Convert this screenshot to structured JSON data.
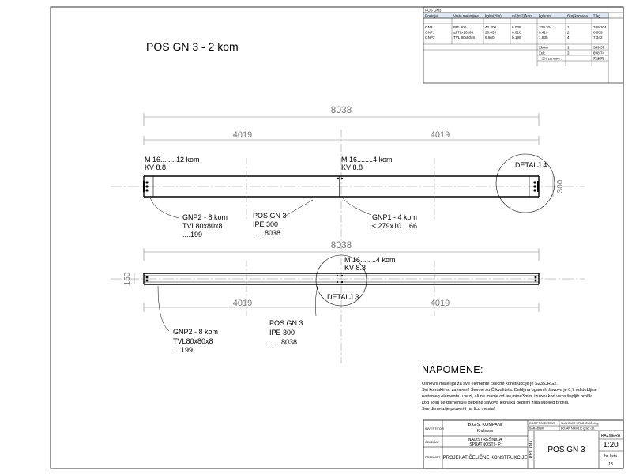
{
  "title": "POS GN 3 - 2 kom",
  "spec_table": {
    "caption": "POS GN3",
    "headers": [
      "Pozicija",
      "Vrsta materijala",
      "kg/m(2/m)",
      "m² (m2)/kom",
      "kg/kom",
      "Broj komada",
      "Σ kg"
    ],
    "rows": [
      [
        "GN3",
        "IPE 300",
        "42.200",
        "8.038",
        "339.204",
        "1",
        "339.204"
      ],
      [
        "GNP1",
        "≤279x10x66",
        "20.639",
        "0.018",
        "0.419",
        "2",
        "0.839"
      ],
      [
        "GNP2",
        "TVL 80x80x8",
        "9.660",
        "0.199",
        "1.835",
        "4",
        "7.342"
      ]
    ],
    "sums": [
      {
        "label": "Σkom",
        "count": "1",
        "value": "349.37"
      },
      {
        "label": "Σuk",
        "count": "2",
        "value": "698.74"
      },
      {
        "label": "+ 3% za vare",
        "count": "",
        "value": "719.70"
      }
    ]
  },
  "top_view": {
    "dim_total": "8038",
    "dim_left": "4019",
    "dim_right": "4019",
    "dim_height": "300",
    "bolt_left": "M 16........12 kom",
    "bolt_left_grade": "KV 8.8",
    "bolt_mid": "M 16........4 kom",
    "bolt_mid_grade": "KV 8.8",
    "detail_label": "DETALJ 4",
    "gnp2_label": "GNP2 - 8 kom",
    "gnp2_profile": "TVL80x80x8",
    "gnp2_length": "....199",
    "pos_label": "POS GN 3",
    "pos_profile": "IPE 300",
    "pos_length": "......8038",
    "gnp1_label": "GNP1 - 4 kom",
    "gnp1_plate": "≤ 279x10....66"
  },
  "bottom_view": {
    "dim_total": "8038",
    "dim_left": "4019",
    "dim_right": "4019",
    "dim_height": "150",
    "bolt_label": "M 16........4 kom",
    "bolt_grade": "KV 8.8",
    "detail_label": "DETALJ 3",
    "gnp2_label": "GNP2 - 8 kom",
    "gnp2_profile": "TVL80x80x8",
    "gnp2_length": "....199",
    "pos_label": "POS GN 3",
    "pos_profile": "IPE 300",
    "pos_length": "......8038"
  },
  "notes": {
    "title": "NAPOMENE:",
    "lines": [
      "Osnovni materijal za sve elemente čelične konstrukcije je S235JRG2.",
      "Svi kontakti su zavareni! Šavovi su Ć kvaliteta. Debljina ugaonih šavova je 0,7 od debljine",
      "najtanjeg elementa u vezi, ali ne manje od aw,min=3mm, izuzev kod veza šupljih profila",
      "kod kojih se primenjuje debljina šavova jednaka debljini zida šupljeg profila.",
      "Sve dimenzije proveriti na licu mesta!"
    ]
  },
  "title_block": {
    "investor_label": "INVESTITOR",
    "investor_value": "\"B.G.S. KOMPANI\"",
    "investor_city": "Kruševac",
    "object_label": "OBJEKAT",
    "object_value": "NADSTREŠNICA",
    "object_value2": "SPRATNOSTI - P",
    "project_label": "PREDMET",
    "project_value": "PROJEKAT ČELIČNE KONSTRUKCIJE",
    "chief_label": "ODG.PROJEKTANT",
    "chief_name": "SLAVOMIR STOJKOVIĆ d.i.g.",
    "assoc_label": "SARADNIK",
    "assoc_name": "BOJAN NIKOLIĆ grad. ost.",
    "prilog_label": "PRILOG",
    "drawing_title": "POS GN 3",
    "scale_label": "RAZMERA",
    "scale_value": "1:20",
    "sheet_label": "br. lista",
    "sheet_value": "18"
  },
  "colors": {
    "ink": "#000000",
    "table_header": "#dde8f4",
    "line_gray": "#888888"
  }
}
